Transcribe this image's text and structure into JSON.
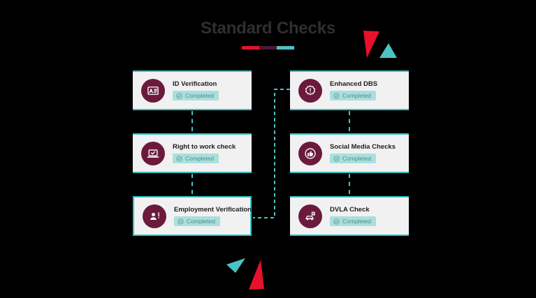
{
  "page": {
    "background_color": "#000000",
    "title": "Standard Checks",
    "title_color": "#2f2f2f",
    "underline_colors": [
      "#e8112d",
      "#4d1830",
      "#4bc3c3"
    ]
  },
  "theme": {
    "accent_teal": "#35c4c4",
    "accent_teal_light": "#a9dfdc",
    "icon_maroon": "#6b1a3c",
    "card_bg": "#f1f1f1",
    "badge_text": "#4e8d8b",
    "deco_red": "#e8112d",
    "deco_teal": "#4bc3c3"
  },
  "decorations": [
    {
      "name": "deco-triangle-top-right-red",
      "color": "#e8112d"
    },
    {
      "name": "deco-triangle-top-right-teal",
      "color": "#4bc3c3"
    },
    {
      "name": "deco-triangle-bottom-teal",
      "color": "#4bc3c3"
    },
    {
      "name": "deco-triangle-bottom-red",
      "color": "#e8112d"
    }
  ],
  "columns": [
    {
      "name": "left-column",
      "cards": [
        {
          "title": "ID Verification",
          "status": "Completed",
          "icon": "id-card-icon",
          "highlighted": false
        },
        {
          "title": "Right to work check",
          "status": "Completed",
          "icon": "laptop-check-icon",
          "highlighted": false
        },
        {
          "title": "Employment Verification",
          "status": "Completed",
          "icon": "person-alert-icon",
          "highlighted": true
        }
      ]
    },
    {
      "name": "right-column",
      "cards": [
        {
          "title": "Enhanced DBS",
          "status": "Completed",
          "icon": "badge-alert-icon",
          "highlighted": false
        },
        {
          "title": "Social Media Checks",
          "status": "Completed",
          "icon": "thumbs-up-icon",
          "highlighted": false
        },
        {
          "title": "DVLA Check",
          "status": "Completed",
          "icon": "car-license-icon",
          "highlighted": false
        }
      ]
    }
  ],
  "connectors": {
    "style": "dashed",
    "color": "#4bc3c3",
    "cross_link": {
      "from": "Enhanced DBS",
      "to": "Employment Verification"
    }
  }
}
